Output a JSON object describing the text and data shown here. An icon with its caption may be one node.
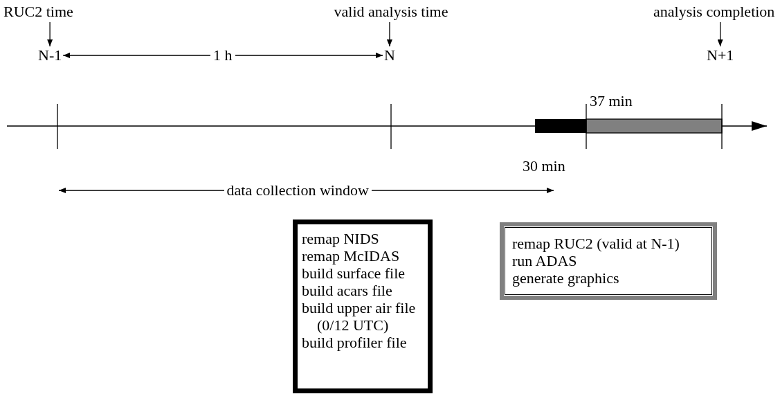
{
  "diagram": {
    "nodes": [
      {
        "text": [
          "RUC2 time"
        ]
      },
      {
        "text": [
          "N-1"
        ]
      },
      {
        "text": [
          "valid analysis time"
        ]
      },
      {
        "text": [
          "N"
        ]
      },
      {
        "text": [
          "analysis completion"
        ]
      },
      {
        "text": [
          "N+1"
        ]
      },
      {
        "text": [
          "remap NIDS",
          "remap McIDAS",
          "build surface file",
          "build acars file",
          "build upper air file (0/12 UTC)",
          "build profiler file"
        ]
      },
      {
        "text": [
          "remap RUC2 (valid at N-1)",
          "run ADAS",
          "generate graphics"
        ]
      }
    ],
    "edges": [
      {
        "from": 0,
        "to": 1,
        "arrow": "to"
      },
      {
        "from": 2,
        "to": 3,
        "arrow": "to"
      },
      {
        "from": 4,
        "to": 5,
        "arrow": "to"
      },
      {
        "from": 1,
        "to": 3,
        "arrow": "both",
        "label": "1 h"
      }
    ],
    "labels": [
      "37 min",
      "30 min",
      "data collection window"
    ]
  }
}
